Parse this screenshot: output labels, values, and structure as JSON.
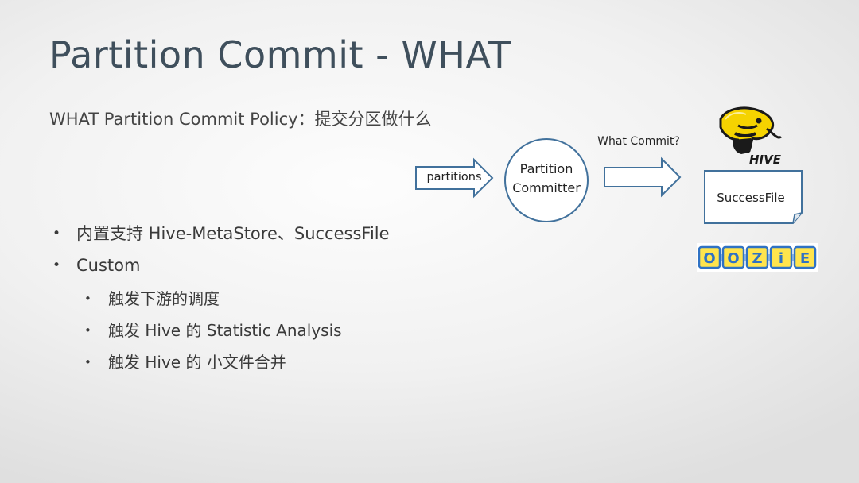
{
  "title": "Partition Commit - WHAT",
  "subtitle": "WHAT Partition Commit Policy：提交分区做什么",
  "bullets": [
    {
      "level": 1,
      "text": "内置支持 Hive-MetaStore、SuccessFile"
    },
    {
      "level": 1,
      "text": "Custom"
    },
    {
      "level": 2,
      "text": "触发下游的调度"
    },
    {
      "level": 2,
      "text": "触发 Hive 的 Statistic Analysis"
    },
    {
      "level": 2,
      "text": "触发 Hive 的 小文件合并"
    }
  ],
  "bullet_char": "•",
  "diagram": {
    "input_arrow_label": "partitions",
    "committer_line1": "Partition",
    "committer_line2": "Committer",
    "output_label": "What Commit?",
    "success_file_label": "SuccessFile",
    "hive_logo_text": "HIVE",
    "oozie_logo_letters": [
      "O",
      "O",
      "Z",
      "i",
      "E"
    ]
  },
  "colors": {
    "title": "#3f4f5c",
    "diagram_stroke": "#41719c",
    "hive_yellow": "#f5d300",
    "oozie_blue": "#2f72c4"
  }
}
